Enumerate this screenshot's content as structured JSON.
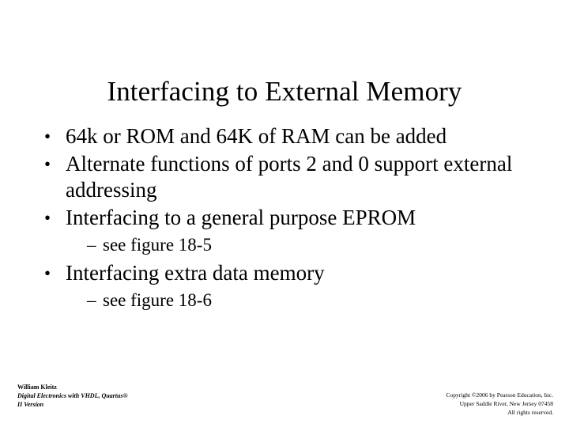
{
  "slide": {
    "title": "Interfacing to External Memory",
    "background_color": "#ffffff",
    "text_color": "#000000",
    "bullet_marker": "•",
    "sub_bullet_marker": "–",
    "bullets": [
      {
        "text": "64k or ROM and 64K of RAM can be added",
        "children": []
      },
      {
        "text": "Alternate functions of ports 2 and 0 support external addressing",
        "children": []
      },
      {
        "text": "Interfacing to a general purpose EPROM",
        "children": [
          {
            "text": "see figure 18-5"
          }
        ]
      },
      {
        "text": "Interfacing extra data memory",
        "children": [
          {
            "text": "see figure 18-6"
          }
        ]
      }
    ]
  },
  "footer": {
    "left": {
      "author": "William Kleitz",
      "book": "Digital Electronics with VHDL, Quartus®",
      "edition": "II Version"
    },
    "right": {
      "line1": "Copyright ©2006 by Pearson Education, Inc.",
      "line2": "Upper Saddle River, New Jersey 07458",
      "line3": "All rights reserved."
    }
  }
}
